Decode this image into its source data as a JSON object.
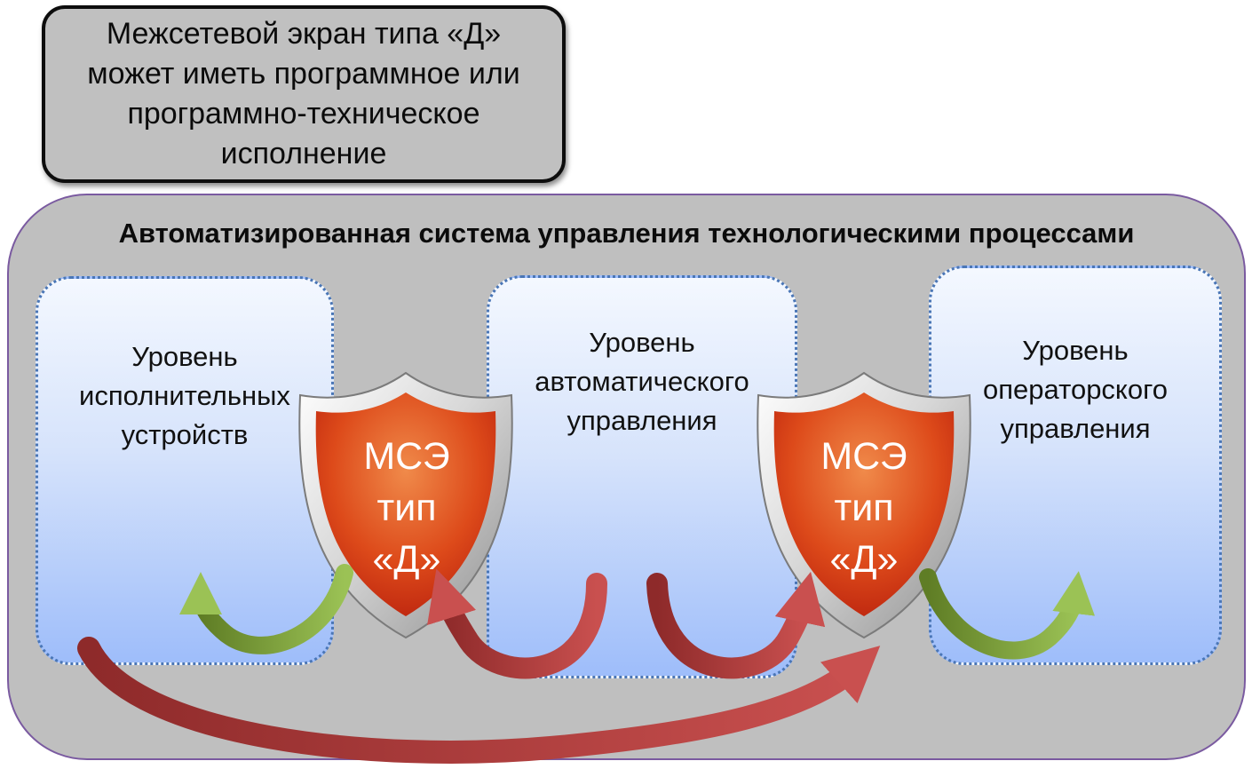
{
  "note": {
    "text": "Межсетевой экран типа «Д»\nможет иметь программное или\nпрограммно-техническое\nисполнение"
  },
  "system": {
    "title": "Автоматизированная система управления технологическими процессами"
  },
  "levels": [
    {
      "text": "Уровень\nисполнительных\nустройств"
    },
    {
      "text": "Уровень\nавтоматического\nуправления"
    },
    {
      "text": "Уровень\nоператорского\nуправления"
    }
  ],
  "firewalls": [
    {
      "label": "МСЭ\nтип\n«Д»"
    },
    {
      "label": "МСЭ\nтип\n«Д»"
    }
  ],
  "colors": {
    "frame_fill": "#bfbfbf",
    "frame_border": "#7a5aa0",
    "level_border": "#4a76b6",
    "shield_red": "#d93a14",
    "arrow_red": "#b84040",
    "arrow_green": "#7ea33a"
  }
}
